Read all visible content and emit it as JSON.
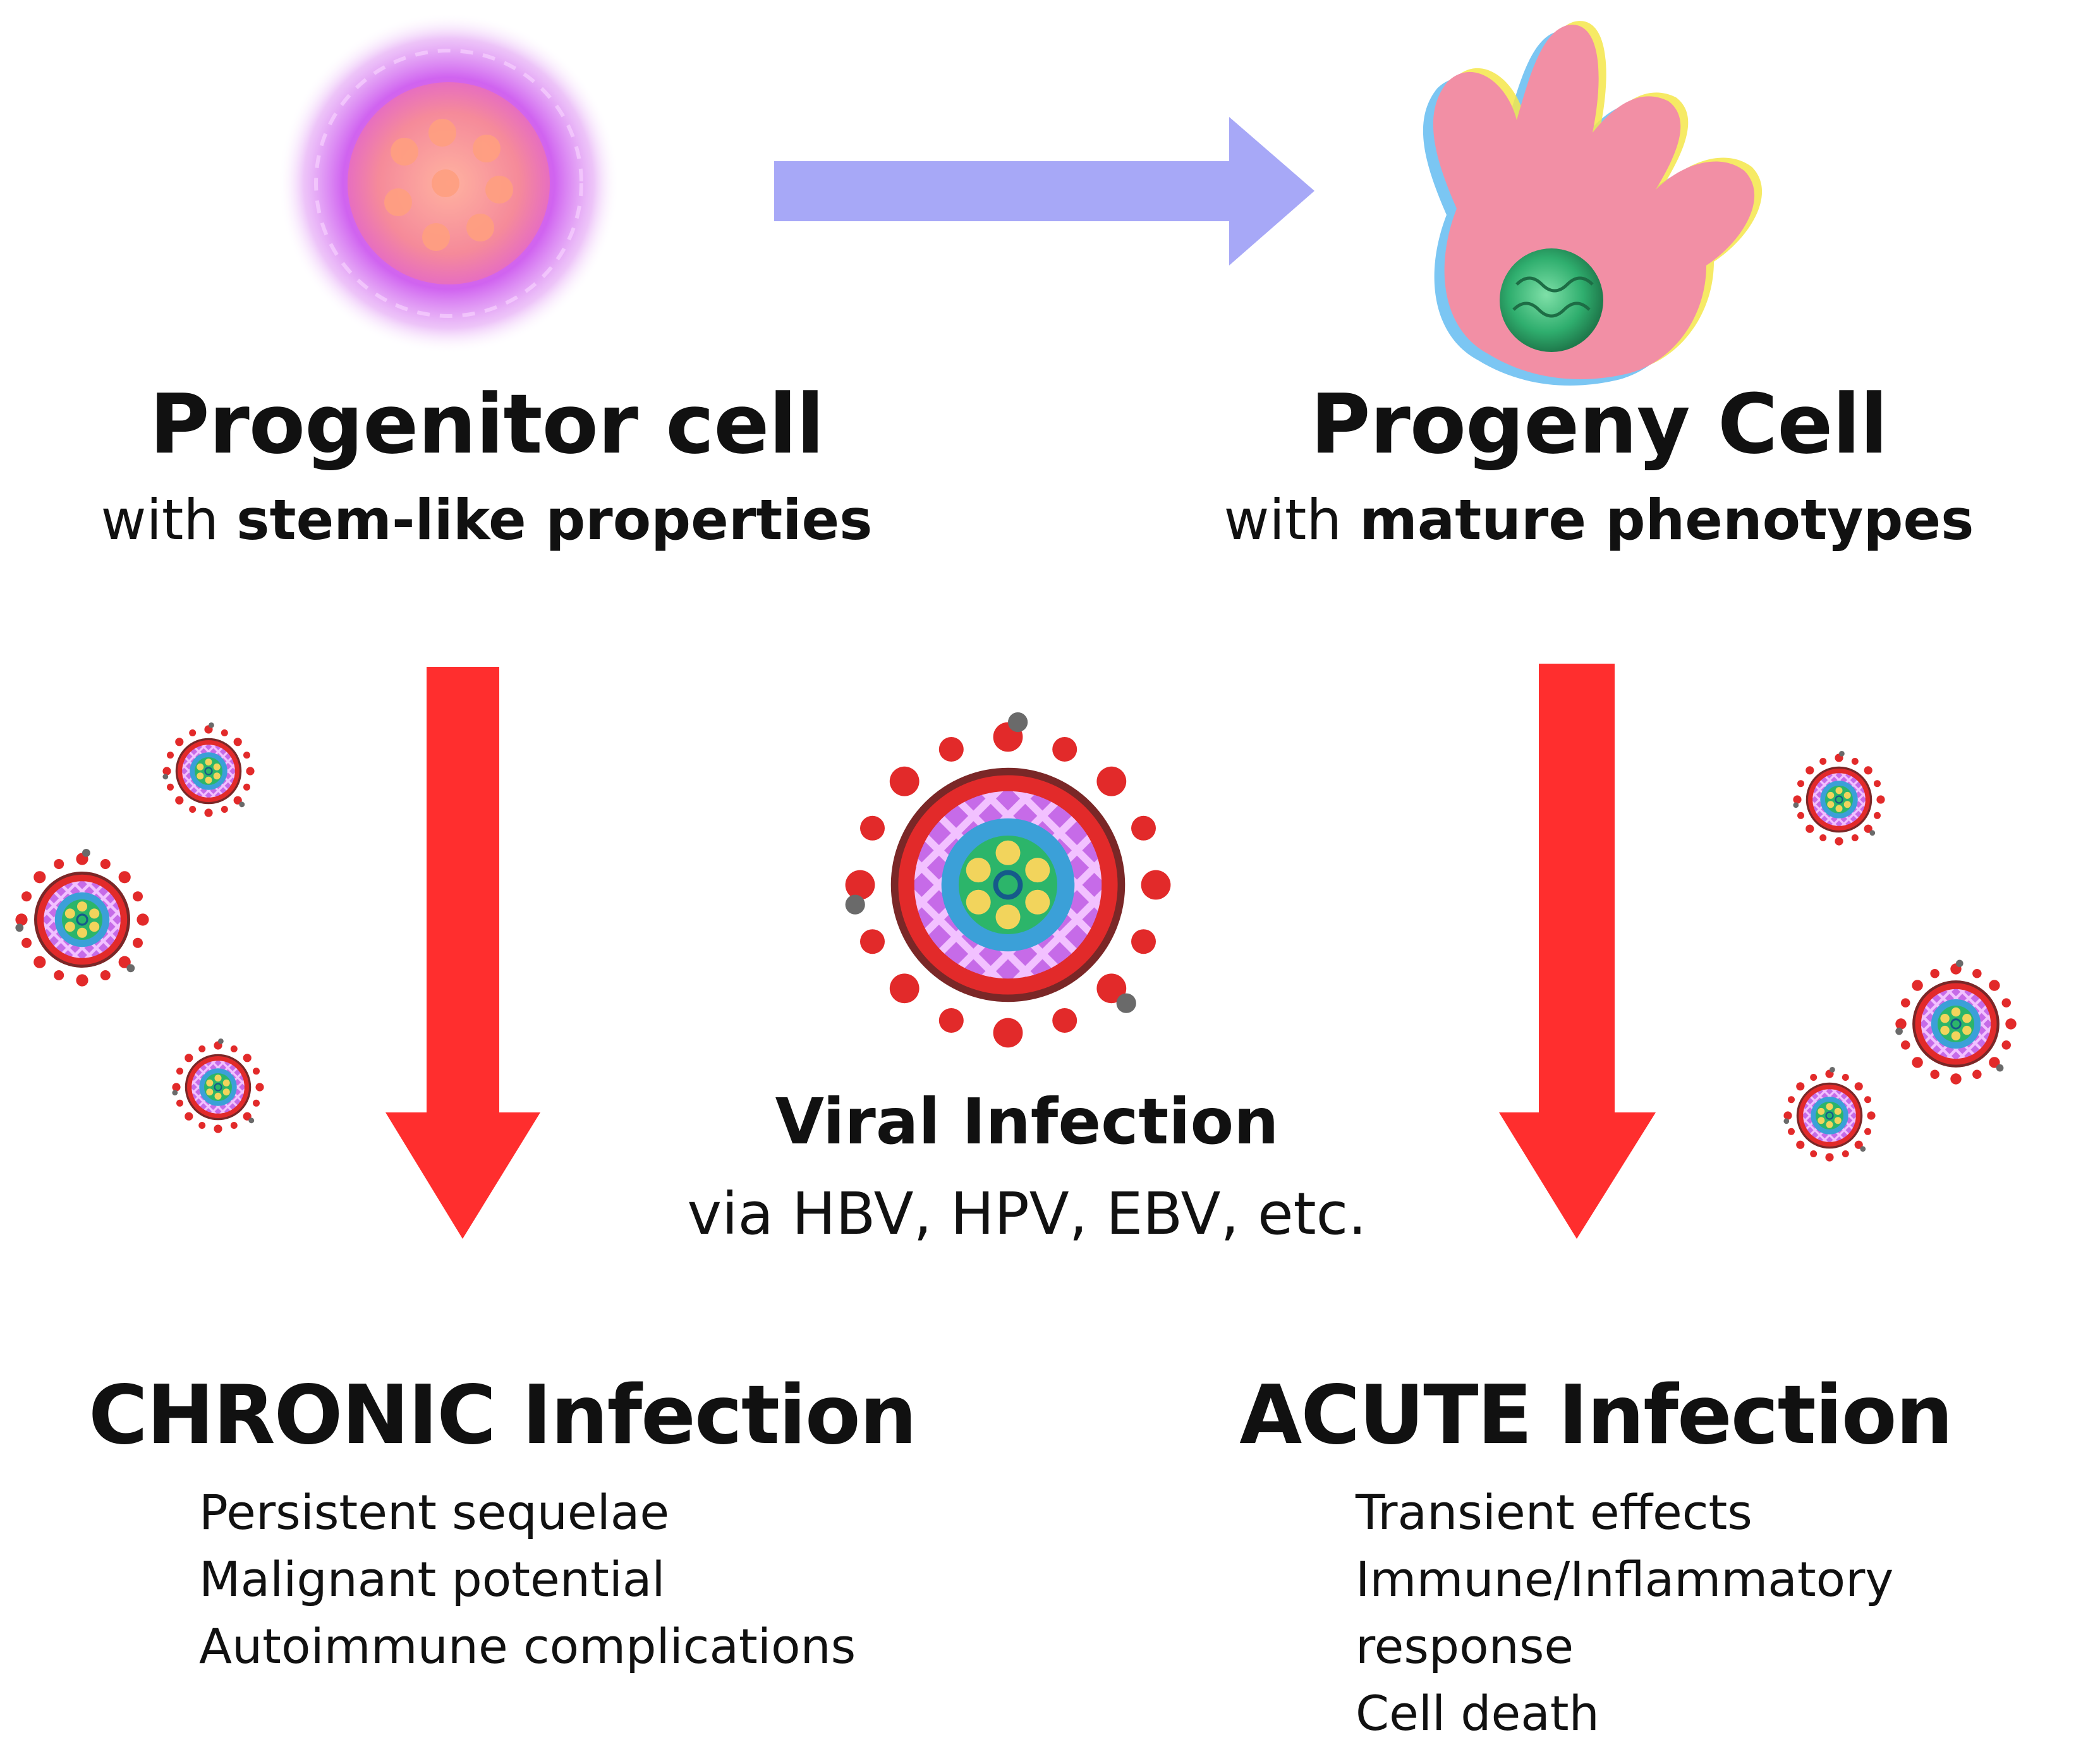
{
  "progenitor": {
    "title": "Progenitor cell",
    "subtitle_prefix": "with",
    "subtitle_bold": "stem-like properties"
  },
  "progeny": {
    "title": "Progeny Cell",
    "subtitle_prefix": "with",
    "subtitle_bold": "mature phenotypes"
  },
  "infection": {
    "title": "Viral Infection",
    "subtitle": "via HBV, HPV, EBV, etc."
  },
  "chronic": {
    "title": "CHRONIC Infection",
    "effects": [
      "Persistent sequelae",
      "Malignant potential",
      "Autoimmune complications"
    ]
  },
  "acute": {
    "title": "ACUTE Infection",
    "effects": [
      "Transient effects",
      "Immune/Inflammatory response",
      "Cell death"
    ]
  },
  "colors": {
    "differentiation_arrow": "#a7a8f7",
    "infection_arrow": "#ff2e2e",
    "progenitor_cell": "#d866f0",
    "progeny_cell": "#f28fa5",
    "nucleus": "#2fae6e"
  }
}
